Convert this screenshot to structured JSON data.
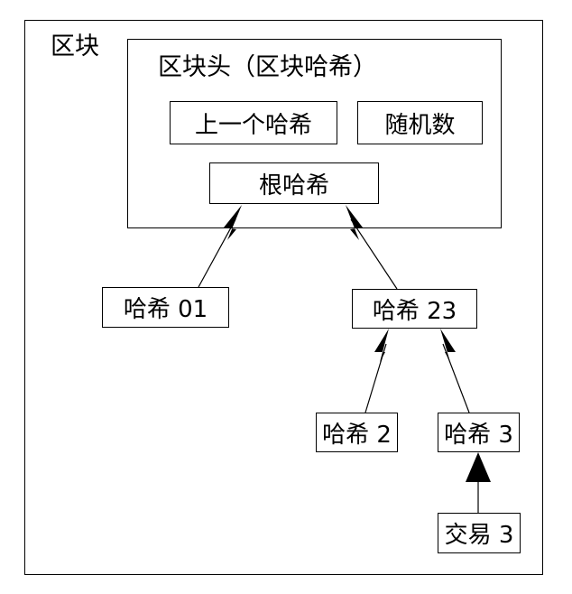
{
  "diagram": {
    "title_label": "区块",
    "header_title": "区块头（区块哈希）",
    "colors": {
      "background": "#ffffff",
      "stroke": "#000000",
      "arrow_fill": "#000000"
    },
    "nodes": {
      "prev_hash": "上一个哈希",
      "nonce": "随机数",
      "root_hash": "根哈希",
      "hash01": "哈希 01",
      "hash23": "哈希 23",
      "hash2": "哈希 2",
      "hash3": "哈希 3",
      "tx3": "交易 3"
    },
    "edges": [
      {
        "from": "哈希 01",
        "to": "根哈希"
      },
      {
        "from": "哈希 23",
        "to": "根哈希"
      },
      {
        "from": "哈希 2",
        "to": "哈希 23"
      },
      {
        "from": "哈希 3",
        "to": "哈希 23"
      },
      {
        "from": "交易 3",
        "to": "哈希 3"
      }
    ]
  }
}
